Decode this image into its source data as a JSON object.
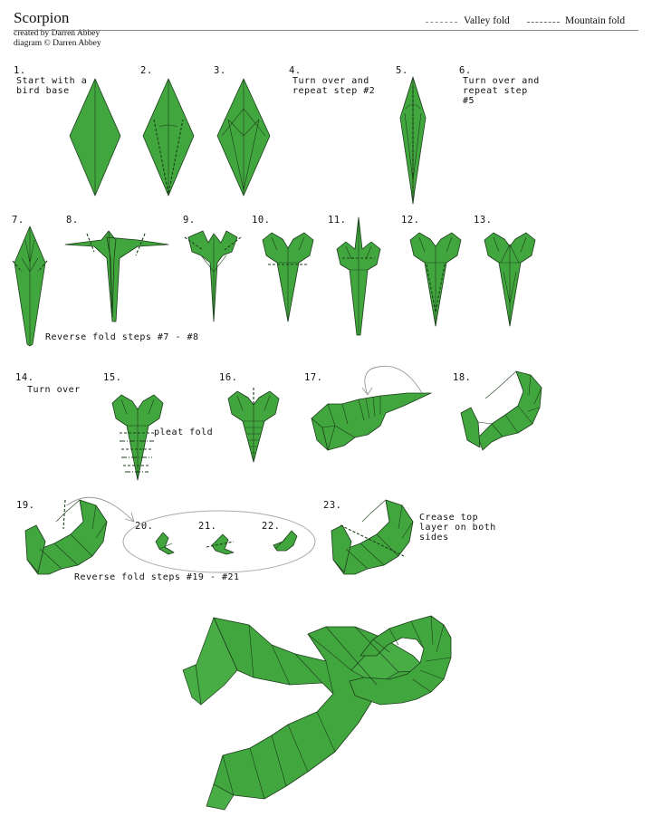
{
  "header": {
    "title": "Scorpion",
    "created_by": "created by Darren Abbey",
    "diagram_by": "diagram © Darren Abbey",
    "legend_valley": "Valley fold",
    "legend_mountain": "Mountain fold"
  },
  "steps": [
    {
      "num": "1.",
      "text": "Start with a bird base"
    },
    {
      "num": "2.",
      "text": ""
    },
    {
      "num": "3.",
      "text": ""
    },
    {
      "num": "4.",
      "text": "Turn over and repeat step #2"
    },
    {
      "num": "5.",
      "text": ""
    },
    {
      "num": "6.",
      "text": "Turn over and repeat step #5"
    },
    {
      "num": "7.",
      "text": ""
    },
    {
      "num": "8.",
      "text": ""
    },
    {
      "num": "9.",
      "text": ""
    },
    {
      "num": "10.",
      "text": ""
    },
    {
      "num": "11.",
      "text": ""
    },
    {
      "num": "12.",
      "text": ""
    },
    {
      "num": "13.",
      "text": ""
    },
    {
      "num": "14.",
      "text": "Turn over"
    },
    {
      "num": "15.",
      "text": "pleat fold"
    },
    {
      "num": "16.",
      "text": ""
    },
    {
      "num": "17.",
      "text": ""
    },
    {
      "num": "18.",
      "text": ""
    },
    {
      "num": "19.",
      "text": ""
    },
    {
      "num": "20.",
      "text": ""
    },
    {
      "num": "21.",
      "text": ""
    },
    {
      "num": "22.",
      "text": ""
    },
    {
      "num": "23.",
      "text": "Crease top layer on both sides"
    }
  ],
  "notes": {
    "reverse_7_8": "Reverse fold steps #7 - #8",
    "reverse_19_21": "Reverse fold steps #19 - #21"
  },
  "colors": {
    "paper": "#42a63f",
    "outline": "#1b3d1a"
  }
}
